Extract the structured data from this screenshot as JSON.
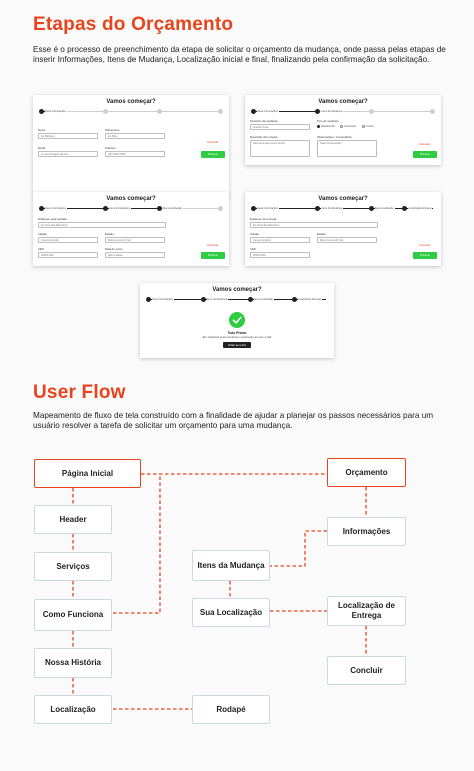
{
  "section1": {
    "title": "Etapas do Orçamento",
    "description": "Esse é o processo de preenchimento da etapa de solicitar o orçamento da mudança, onde passa pelas etapas de  inserir Informações, Itens de Mudança, Localização inicial e final, finalizando pela confirmação da solicitação."
  },
  "form": {
    "title": "Vamos começar?",
    "steps": [
      "Suas Informações",
      "Itens da Mudança",
      "Sua Localização",
      "Localização Entrega"
    ],
    "cancel": "Cancelar",
    "next": "Próximo"
  },
  "screen1": {
    "name_label": "Nome",
    "name_value": "Ex Matheus",
    "sobrenome_label": "Sobrenome",
    "sobrenome_value": "Ex Silva",
    "email_label": "Email",
    "email_value": "ex.exemplo@email.com",
    "telefone_label": "Telefone",
    "telefone_value": "(00) 0000-0000"
  },
  "screen2": {
    "tamanho_label": "Tamanho da mudança",
    "tamanho_value": "Grande Porte",
    "tipo_label": "Tipo de mudança",
    "tipo_options": [
      "Residencial",
      "Comercial",
      "Outros"
    ],
    "descricao_label": "Descrição dos móveis",
    "descricao_value": "Descreva aqui seus móveis",
    "obs_label": "Observações / Comentários",
    "obs_value": "Suas observações"
  },
  "screen3": {
    "endereco_label": "Endereço para retirada",
    "endereco_value": "Ex: Rua dos Alfeneiros",
    "cidade_label": "Cidade",
    "cidade_value": "Campo Grande",
    "estado_label": "Estado",
    "estado_value": "Mato Grosso do Sul",
    "cep_label": "CEP",
    "cep_value": "00000-000",
    "data_label": "Data de envio",
    "data_value": "dd/mm/aaaa"
  },
  "screen4": {
    "endereco_label": "Endereço de entrega",
    "endereco_value": "Ex: Rua dos Alfeneiros",
    "cidade_label": "Cidade",
    "cidade_value": "Campo Grande",
    "estado_label": "Estado",
    "estado_value": "Mato Grosso do Sul",
    "cep_label": "CEP",
    "cep_value": "00000-000"
  },
  "screen5": {
    "title": "Tudo Pronto",
    "message": "Em instantes você receberá o orçamento em seu email",
    "button": "Voltar ao início"
  },
  "section2": {
    "title": "User Flow",
    "description": "Mapeamento de fluxo de tela construído com a finalidade de ajudar a planejar os passos necessários para um usuário resolver a tarefa de solicitar um orçamento para uma mudança."
  },
  "flow": {
    "pagina_inicial": "Página Inicial",
    "header": "Header",
    "servicos": "Serviços",
    "como_funciona": "Como Funciona",
    "nossa_historia": "Nossa História",
    "localizacao": "Localização",
    "rodape": "Rodapé",
    "orcamento": "Orçamento",
    "informacoes": "Informações",
    "itens_mudanca": "Itens da Mudança",
    "sua_localizacao": "Sua Localização",
    "localizacao_entrega": "Localização de Entrega",
    "concluir": "Concluir"
  },
  "colors": {
    "accent": "#e8431c",
    "success": "#2ecc40",
    "node_border": "#cfd8dc"
  }
}
